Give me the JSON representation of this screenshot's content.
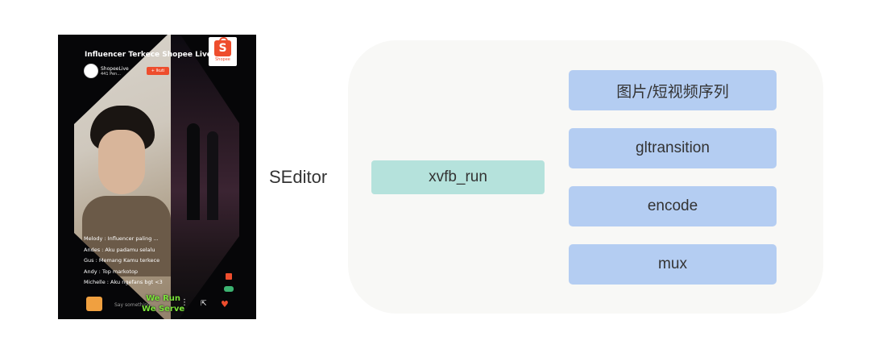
{
  "phone": {
    "title": "Influencer Terkece Shopee Live",
    "brand_logo_text": "Shopee",
    "host_name": "ShopeeLive",
    "viewers": "441 Pen...",
    "follow_label": "+ Ikuti",
    "chat": [
      "Melody : Influencer paling ...",
      "Andes : Aku padamu selalu",
      "Gus : Memang Kamu terkece",
      "Andy : Top markotop",
      "Michelle : Aku ngefans bgt <3"
    ],
    "say_placeholder": "Say something...",
    "watermark_line1": "We Run",
    "watermark_line2": "We Serve"
  },
  "diagram": {
    "label": "SEditor",
    "entry_node": "xvfb_run",
    "steps": [
      "图片/短视频序列",
      "gltransition",
      "encode",
      "mux"
    ]
  },
  "colors": {
    "entry_node": "#b5e2dc",
    "step_node": "#b4cdf2",
    "panel": "#f8f8f6",
    "brand": "#ee4d2d",
    "watermark": "#7be33a"
  }
}
